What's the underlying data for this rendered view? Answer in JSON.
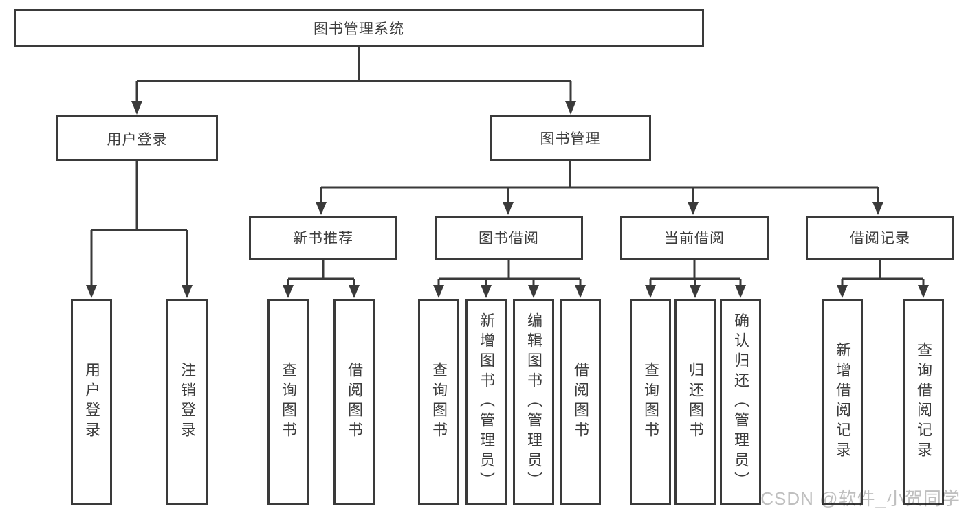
{
  "tree": {
    "label": "图书管理系统",
    "children": [
      {
        "label": "用户登录",
        "children": [
          {
            "label": "用户登录"
          },
          {
            "label": "注销登录"
          }
        ]
      },
      {
        "label": "图书管理",
        "children": [
          {
            "label": "新书推荐",
            "children": [
              {
                "label": "查询图书"
              },
              {
                "label": "借阅图书"
              }
            ]
          },
          {
            "label": "图书借阅",
            "children": [
              {
                "label": "查询图书"
              },
              {
                "label": "新增图书（管理员）"
              },
              {
                "label": "编辑图书（管理员）"
              },
              {
                "label": "借阅图书"
              }
            ]
          },
          {
            "label": "当前借阅",
            "children": [
              {
                "label": "查询图书"
              },
              {
                "label": "归还图书"
              },
              {
                "label": "确认归还（管理员）"
              }
            ]
          },
          {
            "label": "借阅记录",
            "children": [
              {
                "label": "新增借阅记录"
              },
              {
                "label": "查询借阅记录"
              }
            ]
          }
        ]
      }
    ]
  },
  "watermark": {
    "text": "CSDN @软件_小贺同学"
  },
  "colors": {
    "line": "#3a3a3a",
    "text": "#3c3c3c",
    "watermark": "#bfbfbf",
    "bg": "#ffffff"
  }
}
